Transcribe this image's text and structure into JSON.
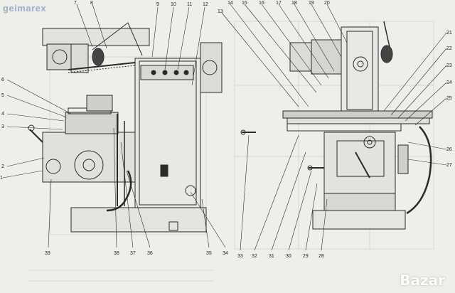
{
  "watermark_top": "geimarex",
  "watermark_bottom": "Bazar",
  "callouts_left": [
    {
      "label": "7"
    },
    {
      "label": "8"
    },
    {
      "label": "9"
    },
    {
      "label": "10"
    },
    {
      "label": "11"
    },
    {
      "label": "12"
    },
    {
      "label": "6"
    },
    {
      "label": "5"
    },
    {
      "label": "4"
    },
    {
      "label": "3"
    },
    {
      "label": "2"
    },
    {
      "label": "1"
    },
    {
      "label": "39"
    },
    {
      "label": "38"
    },
    {
      "label": "37"
    },
    {
      "label": "36"
    },
    {
      "label": "35"
    },
    {
      "label": "34"
    }
  ],
  "callouts_right": [
    {
      "label": "13"
    },
    {
      "label": "14"
    },
    {
      "label": "15"
    },
    {
      "label": "16"
    },
    {
      "label": "17"
    },
    {
      "label": "18"
    },
    {
      "label": "19"
    },
    {
      "label": "20"
    },
    {
      "label": "21"
    },
    {
      "label": "22"
    },
    {
      "label": "23"
    },
    {
      "label": "24"
    },
    {
      "label": "25"
    },
    {
      "label": "26"
    },
    {
      "label": "27"
    },
    {
      "label": "33"
    },
    {
      "label": "32"
    },
    {
      "label": "31"
    },
    {
      "label": "30"
    },
    {
      "label": "29"
    },
    {
      "label": "28"
    }
  ],
  "colors": {
    "paper": "#efeeea",
    "ink": "#2a2a2a",
    "shade": "#bdbcb8",
    "bleed": "#c9c8c4"
  }
}
